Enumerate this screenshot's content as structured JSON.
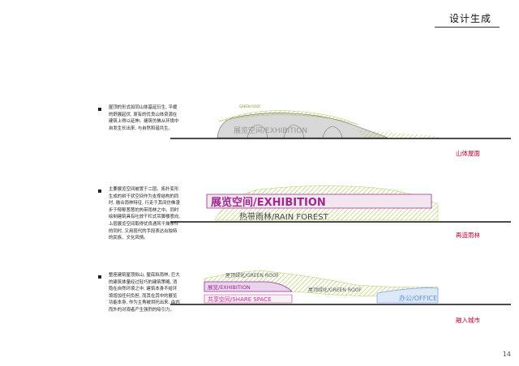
{
  "header": {
    "title": "设计生成"
  },
  "sections": [
    {
      "description": "屋顶的形式如同山体基延衍生, 平缓的舒展起伏, 原有的优良山体资源在建筑上得以延伸。建筑仿佛从环境中自发生长出来, 与自然和谐共生。",
      "caption": "山体屋面",
      "labels": {
        "small_top": "GREEN ROOF",
        "main": "展览空间/EXHIBITION"
      }
    },
    {
      "description": "主要展览空间被置于二层。拓扑变形生成的树干状空间作为支撑结构的同时, 融合雨林特征, 行走于其间仿佛漫步于郁郁葱葱的热带雨林之中。同时绘制建筑具有吐放干栏式吊脚楼意向, 上层展览空间取得优良通风干燥条件的同时, 又用现代的手段表达出独特的民族、文化风情。",
      "caption": "再造雨林",
      "labels": {
        "main": "展览空间/EXHIBITION",
        "sub": "热带雨林/RAIN FOREST"
      }
    },
    {
      "description": "整座建筑屋顶拟山, 屋底拟雨林, 巨大的建筑体量经过轻巧的建筑策略, 消隐在自然环境之中, 建筑本身不给环境增加任何负担, 而其在其中的展览功能本身, 作为主角被烘托出来, 由内而外的对观者产生强烈的吸引力。",
      "caption": "融入城市",
      "labels": {
        "roof_top": "屋顶绿化/GREEN ROOF",
        "roof_mid": "屋顶绿化/GREEN ROOF",
        "exhibition": "展览/EXHIBITION",
        "share": "共享空间/SHARE SPACE",
        "office": "办公/OFFICE"
      }
    }
  ],
  "page_number": "14",
  "colors": {
    "accent_red": "#c0002f",
    "green_hatch": "#9fc23a",
    "purple": "#9b2b8c",
    "magenta": "#e0209a",
    "blue": "#5b8fd9"
  }
}
